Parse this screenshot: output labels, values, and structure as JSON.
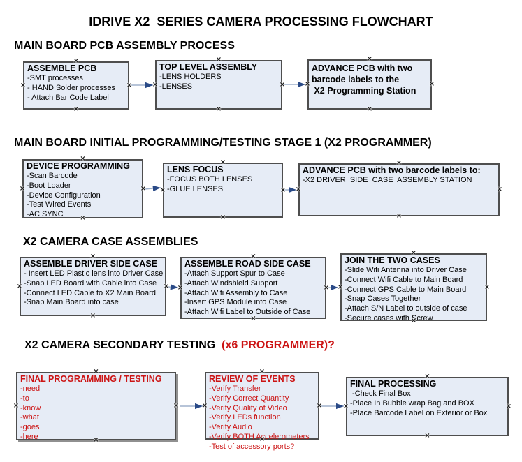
{
  "title": "IDRIVE X2  SERIES CAMERA PROCESSING FLOWCHART",
  "icons": {
    "connection_handle": "×",
    "arrow": "right-arrow"
  },
  "colors": {
    "box_fill": "#e6ecf6",
    "box_border": "#4e4e4e",
    "red_text": "#cc1414",
    "arrow_line": "#9fb1cb",
    "arrow_head": "#2a4a87",
    "text": "#000000",
    "background": "#ffffff"
  },
  "sections": [
    {
      "header": "MAIN BOARD PCB ASSEMBLY PROCESS",
      "boxes": [
        {
          "title": "ASSEMBLE PCB",
          "items": [
            "-SMT processes",
            "- HAND Solder processes",
            "- Attach Bar Code Label"
          ]
        },
        {
          "title": "TOP LEVEL ASSEMBLY",
          "items": [
            "-LENS HOLDERS",
            "-LENSES"
          ]
        },
        {
          "title_lines": [
            "ADVANCE PCB with two",
            "barcode labels to the",
            " X2 Programming Station"
          ],
          "items": []
        }
      ]
    },
    {
      "header": "MAIN BOARD INITIAL PROGRAMMING/TESTING STAGE 1 (X2 PROGRAMMER)",
      "boxes": [
        {
          "title": "DEVICE PROGRAMMING",
          "items": [
            "-Scan Barcode",
            "-Boot Loader",
            "-Device Configuration",
            "-Test Wired Events",
            "-AC SYNC"
          ]
        },
        {
          "title": "LENS FOCUS",
          "items": [
            "-FOCUS BOTH LENSES",
            "-GLUE LENSES"
          ]
        },
        {
          "title": "ADVANCE PCB with two barcode labels to:",
          "items": [
            "-X2 DRIVER  SIDE  CASE  ASSEMBLY STATION"
          ]
        }
      ]
    },
    {
      "header": "X2 CAMERA CASE ASSEMBLIES",
      "boxes": [
        {
          "title": "ASSEMBLE DRIVER SIDE CASE",
          "items": [
            "- Insert LED Plastic lens into Driver Case",
            "-Snap LED Board with Cable into Case",
            "-Connect LED Cable to X2 Main Board",
            "-Snap Main Board into case"
          ]
        },
        {
          "title": "ASSEMBLE ROAD SIDE CASE",
          "items": [
            "-Attach Support Spur to Case",
            "-Attach Windshield Support",
            "-Attach Wifi Assembly to Case",
            "-Insert GPS Module into Case",
            "-Attach Wifi Label to Outside of Case"
          ]
        },
        {
          "title": "JOIN THE TWO CASES",
          "items": [
            "-Slide Wifi Antenna into Driver Case",
            "-Connect Wifi Cable to Main Board",
            "-Connect GPS Cable to Main Board",
            "-Snap Cases Together",
            "-Attach S/N Label to outside of case",
            "-Secure cases with Screw"
          ]
        }
      ]
    },
    {
      "header_black": "X2 CAMERA SECONDARY TESTING ",
      "header_red": " (x6 PROGRAMMER)?",
      "boxes": [
        {
          "title": "FINAL PROGRAMMING / TESTING",
          "items": [
            "-need",
            "-to",
            "-know",
            "-what",
            "-goes",
            "-here"
          ]
        },
        {
          "title": "REVIEW OF EVENTS",
          "items": [
            "-Verify Transfer",
            "-Verify Correct Quantity",
            "-Verify Quality of Video",
            "-Verify LEDs function",
            "-Verify Audio",
            "-Verify BOTH Accelerometers",
            "-Test of accessory ports?"
          ]
        },
        {
          "title": "FINAL PROCESSING",
          "items": [
            " -Check Final Box",
            "-Place In Bubble wrap Bag and BOX",
            "-Place Barcode Label on Exterior or Box"
          ]
        }
      ]
    }
  ]
}
